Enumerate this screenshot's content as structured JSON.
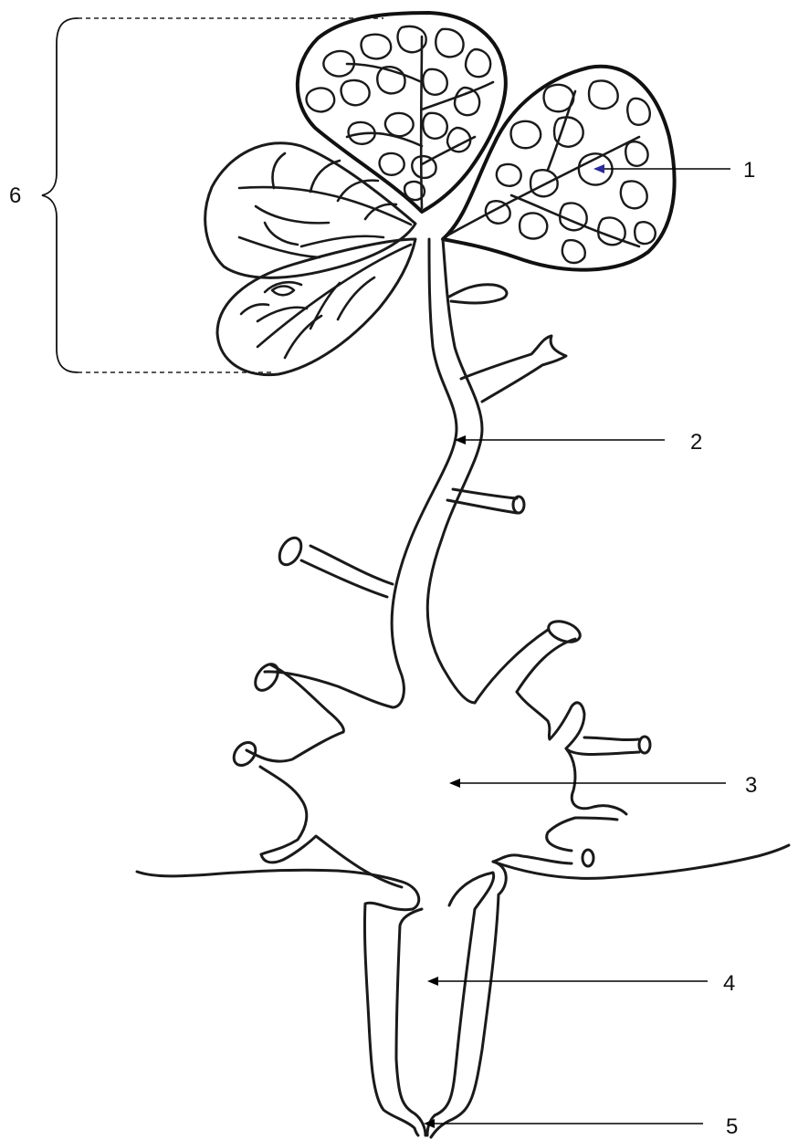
{
  "diagram": {
    "labels": [
      {
        "id": "1",
        "text": "1",
        "arrow_color": "#2a2a9a"
      },
      {
        "id": "2",
        "text": "2",
        "arrow_color": "#000000"
      },
      {
        "id": "3",
        "text": "3",
        "arrow_color": "#000000"
      },
      {
        "id": "4",
        "text": "4",
        "arrow_color": "#000000"
      },
      {
        "id": "5",
        "text": "5",
        "arrow_color": "#000000"
      },
      {
        "id": "6",
        "text": "6",
        "arrow_color": "#000000"
      }
    ],
    "colors": {
      "ink": "#1a1a1a",
      "label_1_arrow": "#2a2a9a",
      "background": "#ffffff"
    }
  }
}
